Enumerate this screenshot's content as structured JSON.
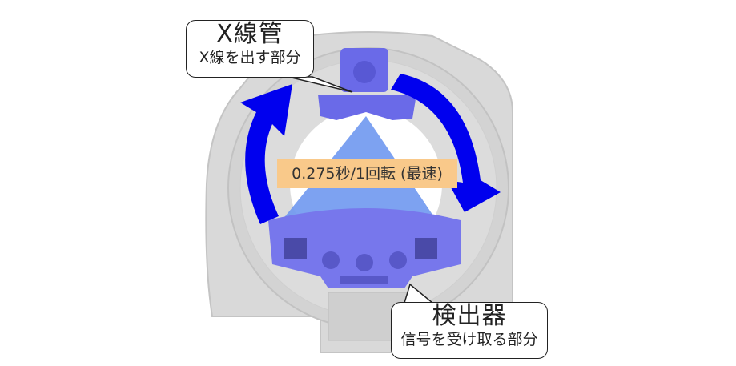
{
  "diagram": {
    "subject": "CT gantry cross-section",
    "colors": {
      "gantry": "#d6d6d6",
      "gantry_edge": "#c4c4c4",
      "bore": "#ffffff",
      "component_highlight": "#6a6ae8",
      "beam": "#6f98f0",
      "rotation_arrow": "#0000ee",
      "speed_label_bg": "#f9c98a"
    },
    "callouts": [
      {
        "id": "xray-tube",
        "title": "X線管",
        "subtitle": "X線を出す部分"
      },
      {
        "id": "detector",
        "title": "検出器",
        "subtitle": "信号を受け取る部分"
      }
    ],
    "speed_label": "0.275秒/1回転 (最速)",
    "arrows": [
      {
        "name": "rotation-arrow-left",
        "direction": "clockwise-up"
      },
      {
        "name": "rotation-arrow-right",
        "direction": "clockwise-down"
      }
    ]
  }
}
